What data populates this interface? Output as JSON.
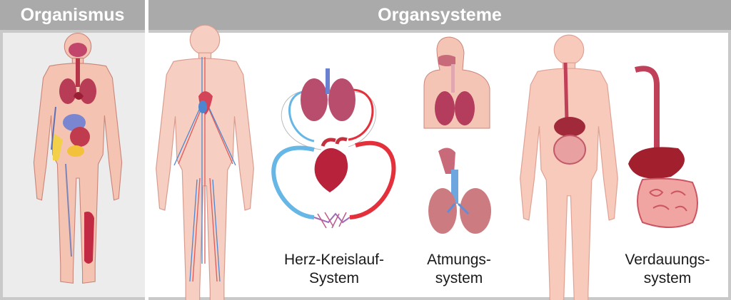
{
  "headers": {
    "organism": "Organismus",
    "organ_systems": "Organsysteme"
  },
  "systems": [
    {
      "line1": "Herz-Kreislauf-",
      "line2": "System"
    },
    {
      "line1": "Atmungs-",
      "line2": "system"
    },
    {
      "line1": "Verdauungs-",
      "line2": "system"
    }
  ],
  "colors": {
    "header": "#aaaaaa",
    "skin": "#f4c2b0",
    "artery": "#e0303a",
    "vein": "#5a9ad8",
    "organ": "#b8334a"
  }
}
